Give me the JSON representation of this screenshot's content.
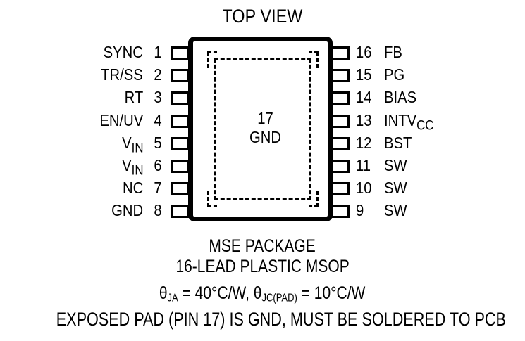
{
  "title": "TOP VIEW",
  "package": {
    "exposed_pad": {
      "pin_number": "17",
      "pin_name": "GND"
    },
    "left_pins": [
      {
        "number": "1",
        "label": "SYNC"
      },
      {
        "number": "2",
        "label": "TR/SS"
      },
      {
        "number": "3",
        "label": "RT"
      },
      {
        "number": "4",
        "label": "EN/UV"
      },
      {
        "number": "5",
        "label": "V",
        "sub": "IN"
      },
      {
        "number": "6",
        "label": "V",
        "sub": "IN"
      },
      {
        "number": "7",
        "label": "NC"
      },
      {
        "number": "8",
        "label": "GND"
      }
    ],
    "right_pins": [
      {
        "number": "16",
        "label": "FB"
      },
      {
        "number": "15",
        "label": "PG"
      },
      {
        "number": "14",
        "label": "BIAS"
      },
      {
        "number": "13",
        "label": "INTV",
        "sub": "CC"
      },
      {
        "number": "12",
        "label": "BST"
      },
      {
        "number": "11",
        "label": "SW"
      },
      {
        "number": "10",
        "label": "SW"
      },
      {
        "number": "9",
        "label": "SW"
      }
    ]
  },
  "caption": {
    "package_name": "MSE PACKAGE",
    "lead_description": "16-LEAD PLASTIC MSOP",
    "thermal_theta_ja_symbol": "θ",
    "thermal_theta_ja_sub": "JA",
    "thermal_theta_ja_value": " = 40°C/W, ",
    "thermal_theta_jc_symbol": "θ",
    "thermal_theta_jc_sub": "JC(PAD)",
    "thermal_theta_jc_value": " = 10°C/W",
    "exposed_pad_note": "EXPOSED PAD (PIN 17) IS GND, MUST BE SOLDERED TO PCB"
  },
  "colors": {
    "ink": "#000000",
    "background": "#ffffff"
  }
}
